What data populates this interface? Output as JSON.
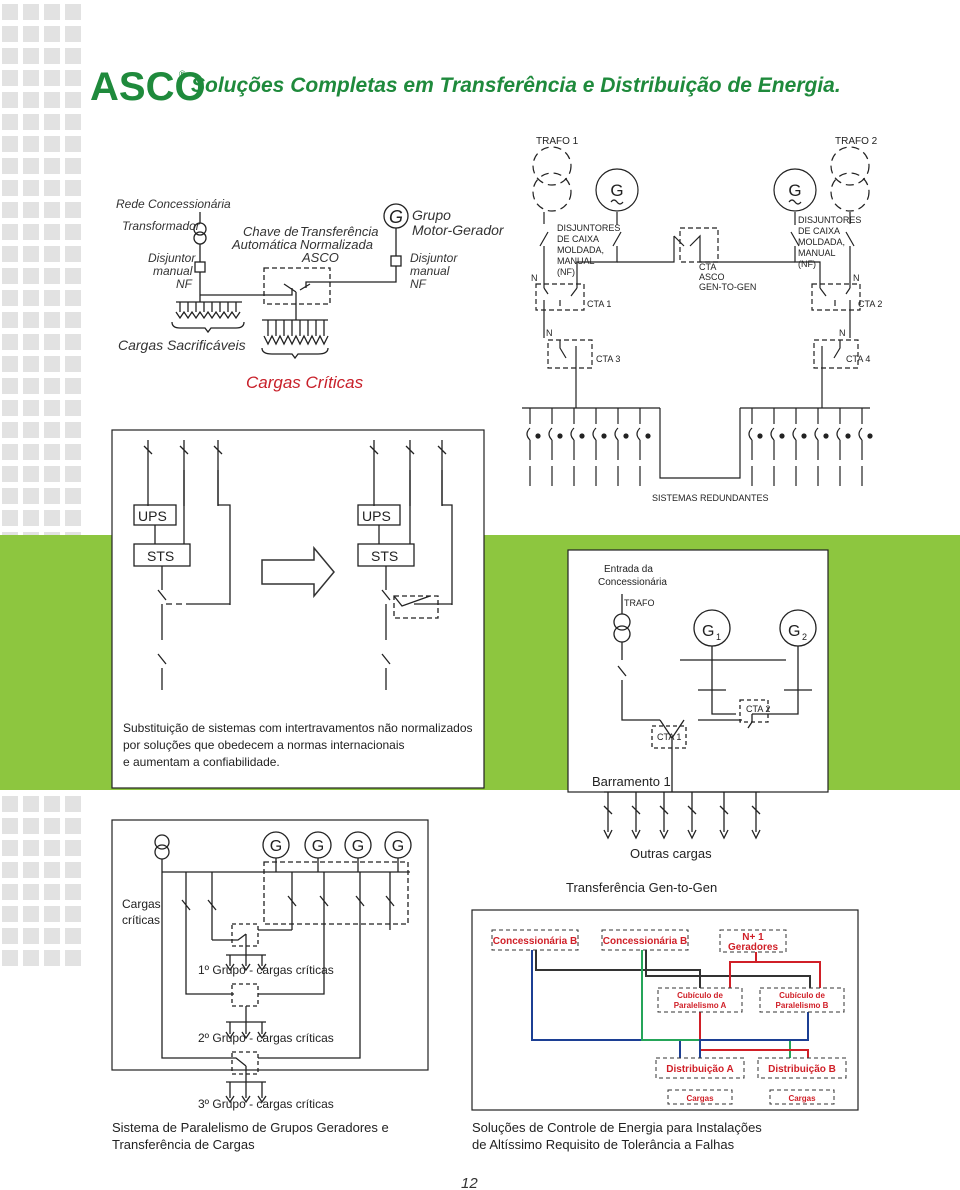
{
  "header": {
    "logo": "ASCO",
    "title": "Soluções Completas em Transferência e Distribuição de Energia."
  },
  "top_left": {
    "rede": "Rede Concessionária",
    "transformador": "Transformador",
    "disjuntor_manual": "Disjuntor",
    "disjuntor_manual_2": "manual",
    "disjuntor_nf": "NF",
    "chave_1": "Chave de",
    "chave_2": "Automática",
    "transf_1": "Transferência",
    "transf_2": "Normalizada",
    "transf_3": "ASCO",
    "grupo_1": "Grupo",
    "grupo_2": "Motor-Gerador",
    "gen_disj_1": "Disjuntor",
    "gen_disj_2": "manual",
    "gen_disj_3": "NF",
    "g_symbol": "G",
    "cargas_sacrificaveis": "Cargas Sacrificáveis",
    "cargas_criticas": "Cargas Críticas"
  },
  "top_right": {
    "trafo1": "TRAFO 1",
    "trafo2": "TRAFO 2",
    "disj_l": [
      "DISJUNTORES",
      "DE CAIXA",
      "MOLDADA,",
      "MANUAL",
      "(NF)"
    ],
    "disj_r": [
      "DISJUNTORES",
      "DE CAIXA",
      "MOLDADA,",
      "MANUAL",
      "(NF)"
    ],
    "cta": [
      "CTA",
      "ASCO",
      "GEN-TO-GEN"
    ],
    "n": "N",
    "cta1": "CTA 1",
    "cta2": "CTA 2",
    "cta3": "CTA 3",
    "cta4": "CTA 4",
    "g": "G",
    "sistemas": "SISTEMAS REDUNDANTES"
  },
  "ups_section": {
    "ups": "UPS",
    "sts": "STS",
    "description": [
      "Substituição de sistemas com intertravamentos não normalizados",
      "por soluções que obedecem a normas internacionais",
      "e aumentam a confiabilidade."
    ]
  },
  "gen_to_gen": {
    "entrada_1": "Entrada da",
    "entrada_2": "Concessionária",
    "trafo": "TRAFO",
    "g1": "G",
    "g1_sub": "1",
    "g2": "G",
    "g2_sub": "2",
    "cta1": "CTA 1",
    "cta2": "CTA 2",
    "barramento": "Barramento 1",
    "outras": "Outras cargas",
    "caption": "Transferência Gen-to-Gen"
  },
  "paralelismo": {
    "g": "G",
    "cargas_1": "Cargas",
    "cargas_2": "críticas",
    "grupo1": "1º Grupo - cargas críticas",
    "grupo2": "2º Grupo - cargas críticas",
    "grupo3": "3º Grupo - cargas críticas",
    "caption_1": "Sistema de Paralelismo de Grupos Geradores e",
    "caption_2": "Transferência de Cargas"
  },
  "controle": {
    "conc_b1": "Concessionária B",
    "conc_b2": "Concessionária B",
    "n1_1": "N+ 1",
    "n1_2": "Geradores",
    "cub_a_1": "Cubículo de",
    "cub_a_2": "Paralelismo A",
    "cub_b_1": "Cubículo de",
    "cub_b_2": "Paralelismo B",
    "dist_a": "Distribuição A",
    "dist_b": "Distribuição B",
    "cargas_a": "Cargas",
    "cargas_b": "Cargas",
    "caption_1": "Soluções de Controle de Energia para Instalações",
    "caption_2": "de Altíssimo Requisito de Tolerância a Falhas",
    "colors": {
      "red": "#d01f27",
      "blue": "#1c3f94",
      "green": "#25a559",
      "dark": "#333333"
    }
  },
  "page_number": "12",
  "colors": {
    "logo_green": "#1f8a3c",
    "band_green": "#8dc63f",
    "square_grey": "#e2e2e2"
  }
}
